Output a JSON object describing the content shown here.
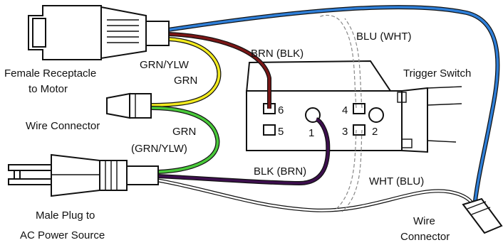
{
  "labels": {
    "female_receptacle_line1": "Female Receptacle",
    "female_receptacle_line2": "to Motor",
    "wire_connector_left": "Wire Connector",
    "male_plug_line1": "Male Plug to",
    "male_plug_line2": "AC Power Source",
    "trigger_switch": "Trigger Switch",
    "wire_connector_right_line1": "Wire",
    "wire_connector_right_line2": "Connector"
  },
  "wires": {
    "brn_blk": "BRN (BLK)",
    "blu_wht": "BLU (WHT)",
    "grn_ylw_top": "GRN/YLW",
    "grn_top": "GRN",
    "grn_bottom": "GRN",
    "grn_ylw_bottom": "(GRN/YLW)",
    "blk_brn": "BLK (BRN)",
    "wht_blu": "WHT (BLU)"
  },
  "terminals": {
    "t1": "1",
    "t2": "2",
    "t3": "3",
    "t4": "4",
    "t5": "5",
    "t6": "6"
  },
  "colors": {
    "blue_wire": "#2f7fd8",
    "brown_wire": "#7a1616",
    "yellow_wire": "#f2ea1f",
    "green_wire": "#49c93a",
    "purple_wire": "#3d0f4e",
    "outline": "#111111"
  }
}
